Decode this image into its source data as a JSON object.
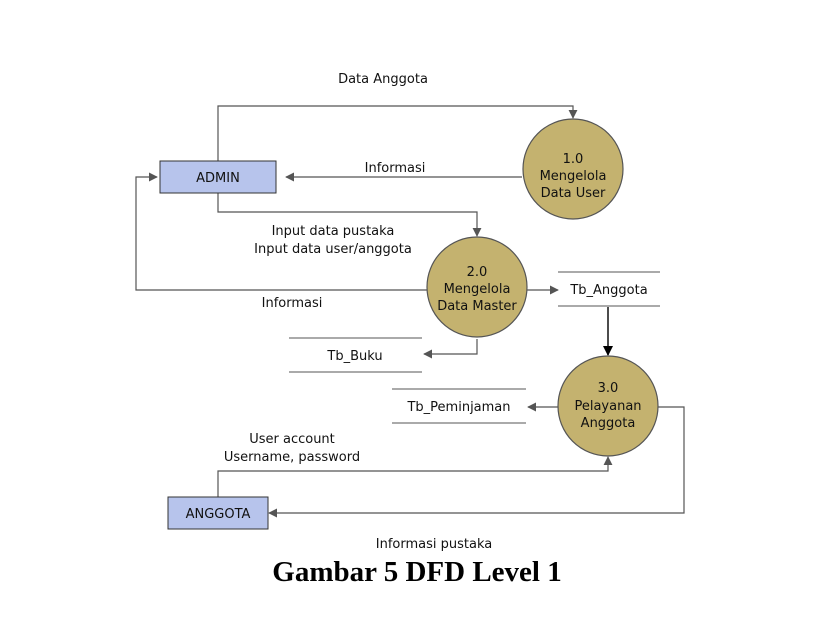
{
  "colors": {
    "entity_fill": "#b7c4ec",
    "process_fill": "#c4b26f",
    "line": "#3c3c3c",
    "text": "#111111"
  },
  "entities": {
    "admin": "ADMIN",
    "anggota": "ANGGOTA"
  },
  "processes": {
    "p1": {
      "number": "1.0",
      "line1": "Mengelola",
      "line2": "Data User"
    },
    "p2": {
      "number": "2.0",
      "line1": "Mengelola",
      "line2": "Data Master"
    },
    "p3": {
      "number": "3.0",
      "line1": "Pelayanan",
      "line2": "Anggota"
    }
  },
  "stores": {
    "anggota": "Tb_Anggota",
    "buku": "Tb_Buku",
    "peminjaman": "Tb_Peminjaman"
  },
  "flows": {
    "data_anggota": "Data Anggota",
    "informasi_1": "Informasi",
    "input_pustaka": "Input data pustaka",
    "input_user": "Input data user/anggota",
    "informasi_2": "Informasi",
    "user_account": "User account",
    "username_password": "Username, password",
    "informasi_pustaka": "Informasi pustaka"
  },
  "caption": "Gambar 5 DFD Level 1"
}
